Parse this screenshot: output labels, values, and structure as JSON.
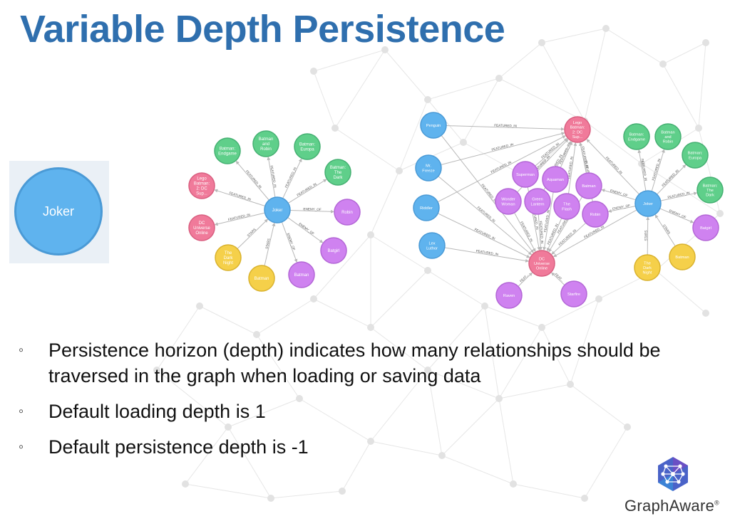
{
  "slide": {
    "title": "Variable Depth Persistence",
    "joker_label": "Joker"
  },
  "colors": {
    "title": "#2f6fae",
    "blue": "#5fb3ee",
    "green": "#5fcf8a",
    "pink": "#f07a9a",
    "purple": "#cf82f0",
    "yellow": "#f5d04a"
  },
  "left_graph": {
    "nodes": [
      {
        "id": "j",
        "label": "Joker",
        "color": "blue"
      },
      {
        "id": "g1",
        "label": "Batman: Endgame",
        "color": "green"
      },
      {
        "id": "g2",
        "label": "Batman and Robin",
        "color": "green"
      },
      {
        "id": "g3",
        "label": "Batman: Europa",
        "color": "green"
      },
      {
        "id": "g4",
        "label": "Batman: The Dark",
        "color": "green"
      },
      {
        "id": "p1",
        "label": "Lego Batman: 2: DC Sup...",
        "color": "pink"
      },
      {
        "id": "p2",
        "label": "DC Universe Online",
        "color": "pink"
      },
      {
        "id": "y1",
        "label": "The Dark Night",
        "color": "yellow"
      },
      {
        "id": "y2",
        "label": "Batman",
        "color": "yellow"
      },
      {
        "id": "u1",
        "label": "Robin",
        "color": "purple"
      },
      {
        "id": "u2",
        "label": "Batgirl",
        "color": "purple"
      },
      {
        "id": "u3",
        "label": "Batman",
        "color": "purple"
      }
    ],
    "edges": [
      {
        "from": "j",
        "to": "g1",
        "label": "FEATURED_IN"
      },
      {
        "from": "j",
        "to": "g2",
        "label": "FEATURED_IN"
      },
      {
        "from": "j",
        "to": "g3",
        "label": "FEATURED_IN"
      },
      {
        "from": "j",
        "to": "g4",
        "label": "FEATURED_IN"
      },
      {
        "from": "j",
        "to": "p1",
        "label": "FEATURED_IN"
      },
      {
        "from": "j",
        "to": "p2",
        "label": "FEATURED_IN"
      },
      {
        "from": "y1",
        "to": "j",
        "label": "STARS"
      },
      {
        "from": "y2",
        "to": "j",
        "label": "STARS"
      },
      {
        "from": "j",
        "to": "u1",
        "label": "ENEMY_OF"
      },
      {
        "from": "j",
        "to": "u2",
        "label": "ENEMY_OF"
      },
      {
        "from": "j",
        "to": "u3",
        "label": "ENEMY_OF"
      }
    ]
  },
  "right_graph": {
    "nodes": [
      {
        "id": "pg",
        "label": "Penguin",
        "color": "blue"
      },
      {
        "id": "mf",
        "label": "Mr. Freeze",
        "color": "blue"
      },
      {
        "id": "rd",
        "label": "Riddler",
        "color": "blue"
      },
      {
        "id": "ll",
        "label": "Lex Luthor",
        "color": "blue"
      },
      {
        "id": "jk",
        "label": "Joker",
        "color": "blue"
      },
      {
        "id": "lego",
        "label": "Lego Batman: 2: DC Sup...",
        "color": "pink"
      },
      {
        "id": "dcuo",
        "label": "DC Universe Online",
        "color": "pink"
      },
      {
        "id": "sm",
        "label": "Superman",
        "color": "purple"
      },
      {
        "id": "aq",
        "label": "Aquaman",
        "color": "purple"
      },
      {
        "id": "ww",
        "label": "Wonder Woman",
        "color": "purple"
      },
      {
        "id": "gl",
        "label": "Green Lantern",
        "color": "purple"
      },
      {
        "id": "bm",
        "label": "Batman",
        "color": "purple"
      },
      {
        "id": "fl",
        "label": "The Flash",
        "color": "purple"
      },
      {
        "id": "rb",
        "label": "Robin",
        "color": "purple"
      },
      {
        "id": "rv",
        "label": "Raven",
        "color": "purple"
      },
      {
        "id": "sf",
        "label": "Starfire",
        "color": "purple"
      },
      {
        "id": "bg",
        "label": "Batgirl",
        "color": "purple"
      },
      {
        "id": "e1",
        "label": "Batman: Endgame",
        "color": "green"
      },
      {
        "id": "e2",
        "label": "Batman and Robin",
        "color": "green"
      },
      {
        "id": "e3",
        "label": "Batman: Europa",
        "color": "green"
      },
      {
        "id": "e4",
        "label": "Batman: The Dark",
        "color": "green"
      },
      {
        "id": "tdn",
        "label": "The Dark Night",
        "color": "yellow"
      },
      {
        "id": "bmy",
        "label": "Batman",
        "color": "yellow"
      }
    ],
    "edges": [
      {
        "from": "pg",
        "to": "lego",
        "label": "FEATURED_IN"
      },
      {
        "from": "mf",
        "to": "lego",
        "label": "FEATURED_IN"
      },
      {
        "from": "ll",
        "to": "dcuo",
        "label": "FEATURED_IN"
      },
      {
        "from": "rd",
        "to": "lego",
        "label": "FEATURED_IN"
      },
      {
        "from": "rd",
        "to": "dcuo",
        "label": "FEATURED_IN"
      },
      {
        "from": "mf",
        "to": "dcuo",
        "label": "FEATURED_IN"
      },
      {
        "from": "pg",
        "to": "dcuo",
        "label": "FEATURED_IN"
      },
      {
        "from": "sm",
        "to": "lego",
        "label": "FEATURED_IN"
      },
      {
        "from": "aq",
        "to": "lego",
        "label": "FEATURED_IN"
      },
      {
        "from": "ww",
        "to": "lego",
        "label": "FEATURED_IN"
      },
      {
        "from": "gl",
        "to": "lego",
        "label": "FEATURED_IN"
      },
      {
        "from": "bm",
        "to": "lego",
        "label": "FEATURED_IN"
      },
      {
        "from": "fl",
        "to": "lego",
        "label": "FEATURED_IN"
      },
      {
        "from": "rb",
        "to": "lego",
        "label": "FEATURED_IN"
      },
      {
        "from": "sm",
        "to": "dcuo",
        "label": "FEATURED_IN"
      },
      {
        "from": "aq",
        "to": "dcuo",
        "label": "FEATURED_IN"
      },
      {
        "from": "ww",
        "to": "dcuo",
        "label": "FEATURED_IN"
      },
      {
        "from": "gl",
        "to": "dcuo",
        "label": "FEATURED_IN"
      },
      {
        "from": "bm",
        "to": "dcuo",
        "label": "FEATURED_IN"
      },
      {
        "from": "fl",
        "to": "dcuo",
        "label": "FEATURED_IN"
      },
      {
        "from": "rb",
        "to": "dcuo",
        "label": "FEATURED_IN"
      },
      {
        "from": "rv",
        "to": "dcuo",
        "label": "FEAT..."
      },
      {
        "from": "sf",
        "to": "dcuo",
        "label": "FEAT..."
      },
      {
        "from": "jk",
        "to": "lego",
        "label": "FEATURED_IN"
      },
      {
        "from": "jk",
        "to": "dcuo",
        "label": "FEATURED_IN"
      },
      {
        "from": "jk",
        "to": "bm",
        "label": "ENEMY_OF"
      },
      {
        "from": "jk",
        "to": "rb",
        "label": "ENEMY_OF"
      },
      {
        "from": "jk",
        "to": "bg",
        "label": "ENEMY_OF"
      },
      {
        "from": "jk",
        "to": "e1",
        "label": "FEATURED_IN"
      },
      {
        "from": "jk",
        "to": "e2",
        "label": "FEATURED_IN"
      },
      {
        "from": "jk",
        "to": "e3",
        "label": "FEATURED_IN"
      },
      {
        "from": "jk",
        "to": "e4",
        "label": "FEATURED_IN"
      },
      {
        "from": "tdn",
        "to": "jk",
        "label": "STARS"
      },
      {
        "from": "bmy",
        "to": "jk",
        "label": "STARS"
      }
    ]
  },
  "bullets": [
    "Persistence horizon (depth) indicates how many relationships should be traversed in the graph when loading or saving data",
    "Default loading depth is 1",
    "Default persistence depth is -1"
  ],
  "bullet_marker": "◦",
  "logo": {
    "brand_text_1": "Graph",
    "brand_text_2": "Aware",
    "trademark": "®",
    "icon": "graphaware-hexagon-icon"
  }
}
